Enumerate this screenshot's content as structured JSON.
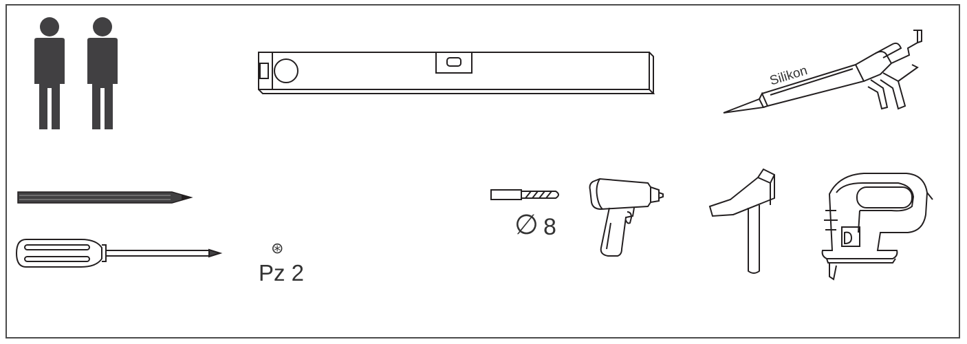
{
  "tools": {
    "persons": {
      "count": 2
    },
    "silicone_gun": {
      "cartridge_text": "Silikon"
    },
    "screwdriver_bit": {
      "symbol": "⊛",
      "size": "Pz 2"
    },
    "drill_bit": {
      "diameter_symbol": "∅",
      "diameter": "8"
    }
  },
  "colors": {
    "figure_fill": "#414042",
    "line": "#231f20",
    "frame": "#4a4a4a"
  }
}
